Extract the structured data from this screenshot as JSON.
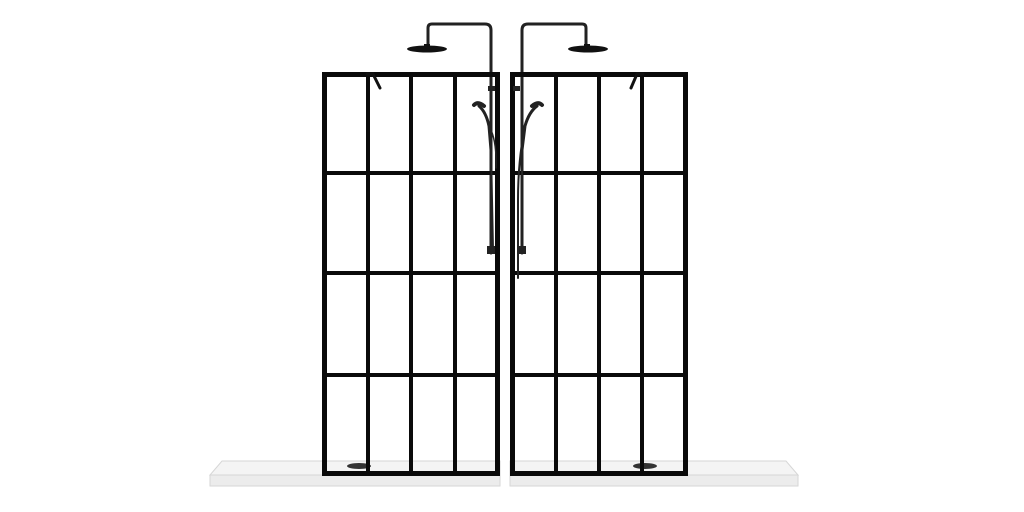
{
  "scene": {
    "subject": "two-black-grid-shower-screens-with-rain-showers",
    "colors": {
      "background": "#ffffff",
      "frame": "#0a0a0a",
      "glass": "#ffffff",
      "tray_top": "#f4f4f4",
      "tray_front": "#e8e8e8",
      "tray_edge": "#d6d6d6",
      "fixture": "#222222"
    },
    "panels": [
      {
        "id": "left",
        "columns": 4,
        "rows": 4,
        "shower_side": "right"
      },
      {
        "id": "right",
        "columns": 4,
        "rows": 4,
        "shower_side": "left"
      }
    ]
  }
}
